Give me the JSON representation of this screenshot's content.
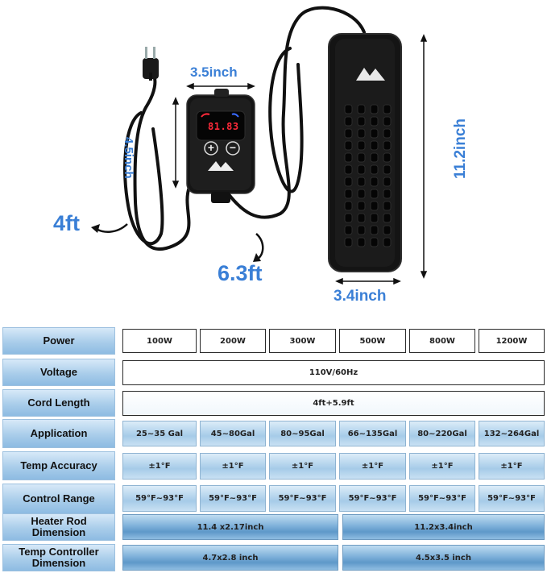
{
  "dimensions": {
    "controller_width": "3.5inch",
    "controller_height": "4.5inch",
    "cord_left": "4ft",
    "cord_right": "6.3ft",
    "heater_height": "11.2inch",
    "heater_width": "3.4inch"
  },
  "controller_display": "81.83",
  "controller_buttons": {
    "plus": "+",
    "minus": "−"
  },
  "spec_table": {
    "labels": {
      "power": "Power",
      "voltage": "Voltage",
      "cord_length": "Cord Length",
      "application": "Application",
      "temp_accuracy": "Temp Accuracy",
      "control_range": "Control Range",
      "heater_rod_dimension": "Heater Rod Dimension",
      "temp_controller_dimension": "Temp Controller Dimension"
    },
    "power": [
      "100W",
      "200W",
      "300W",
      "500W",
      "800W",
      "1200W"
    ],
    "voltage": "110V/60Hz",
    "cord_length": "4ft+5.9ft",
    "application": [
      "25~35 Gal",
      "45~80Gal",
      "80~95Gal",
      "66~135Gal",
      "80~220Gal",
      "132~264Gal"
    ],
    "temp_accuracy": [
      "±1°F",
      "±1°F",
      "±1°F",
      "±1°F",
      "±1°F",
      "±1°F"
    ],
    "control_range": [
      "59°F~93°F",
      "59°F~93°F",
      "59°F~93°F",
      "59°F~93°F",
      "59°F~93°F",
      "59°F~93°F"
    ],
    "heater_rod_dimension": [
      "11.4 x2.17inch",
      "11.2x3.4inch"
    ],
    "temp_controller_dimension": [
      "4.7x2.8 inch",
      "4.5x3.5 inch"
    ]
  },
  "colors": {
    "dimension_text": "#3a7fd6",
    "label_bg": "#a9cdea",
    "display_red": "#ff2a3a",
    "display_blue": "#3a6bff"
  }
}
